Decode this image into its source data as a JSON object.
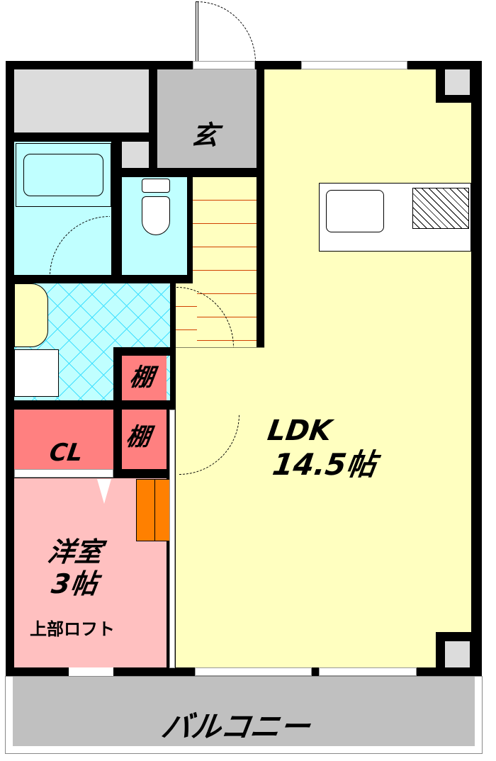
{
  "rooms": {
    "entrance": "玄",
    "ldk": {
      "name": "LDK",
      "size": "14.5帖"
    },
    "shelf_upper": "棚",
    "shelf_lower": "棚",
    "closet": "CL",
    "western_room": {
      "name": "洋室",
      "size": "3帖",
      "note": "上部ロフト"
    },
    "balcony": "バルコニー"
  },
  "colors": {
    "ldk": "#ffffc0",
    "wet_areas": "#c0ffff",
    "storage": "#ff8080",
    "western_room": "#ffc0c0",
    "entrance": "#c0c0c0",
    "stairs": "#ff8000"
  }
}
